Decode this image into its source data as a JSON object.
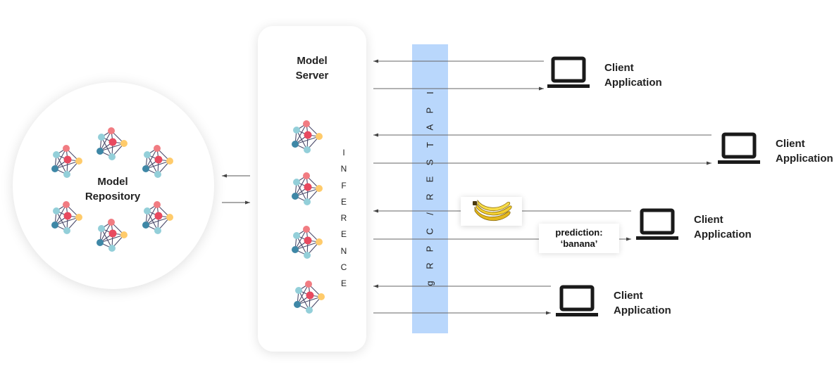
{
  "repository": {
    "label_line1": "Model",
    "label_line2": "Repository"
  },
  "server": {
    "label_line1": "Model",
    "label_line2": "Server",
    "inference_letters": [
      "I",
      "N",
      "F",
      "E",
      "R",
      "E",
      "N",
      "C",
      "E"
    ]
  },
  "api": {
    "letters": [
      "g",
      "R",
      "P",
      "C",
      "/",
      "R",
      "E",
      "S",
      "T",
      "A",
      "P",
      "I"
    ]
  },
  "clients": [
    {
      "line1": "Client",
      "line2": "Application"
    },
    {
      "line1": "Client",
      "line2": "Application"
    },
    {
      "line1": "Client",
      "line2": "Application"
    },
    {
      "line1": "Client",
      "line2": "Application"
    }
  ],
  "prediction": {
    "line1": "prediction:",
    "line2": "‘banana’"
  },
  "icons": {
    "network": "neural-network-icon",
    "laptop": "laptop-icon",
    "input_image": "banana-image"
  },
  "colors": {
    "node_pink": "#f17c82",
    "node_red": "#e8495f",
    "node_yellow": "#ffcb6b",
    "node_teal": "#93cfd9",
    "node_blue": "#3e87a6",
    "api_bar": "#b9d7fc",
    "edge": "#4a4a6a"
  }
}
